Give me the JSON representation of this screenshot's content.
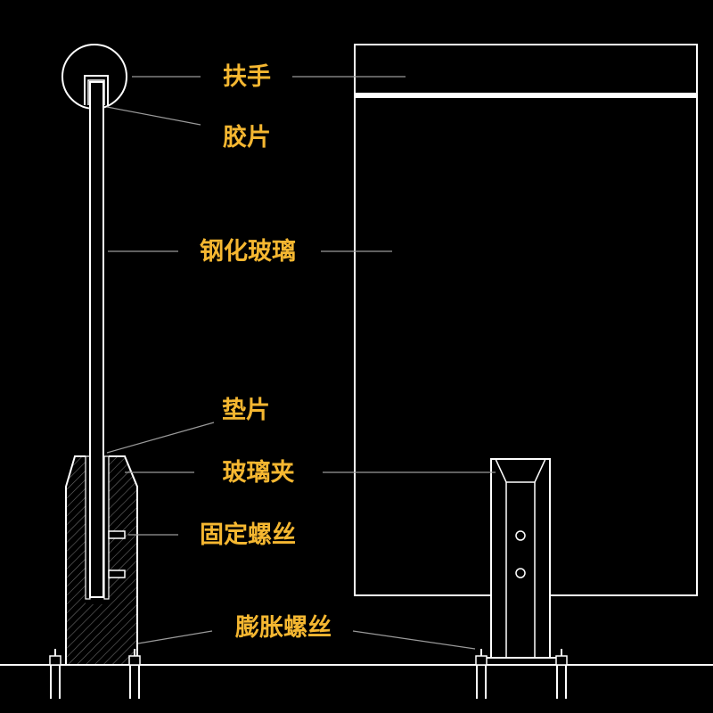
{
  "labels": {
    "handrail": "扶手",
    "rubber_strip": "胶片",
    "tempered_glass": "钢化玻璃",
    "gasket": "垫片",
    "glass_clamp": "玻璃夹",
    "fixing_screw": "固定螺丝",
    "expansion_bolt": "膨胀螺丝"
  },
  "colors": {
    "background": "#000000",
    "line": "#ffffff",
    "label": "#f5b731",
    "leader": "#9a9a9a"
  }
}
